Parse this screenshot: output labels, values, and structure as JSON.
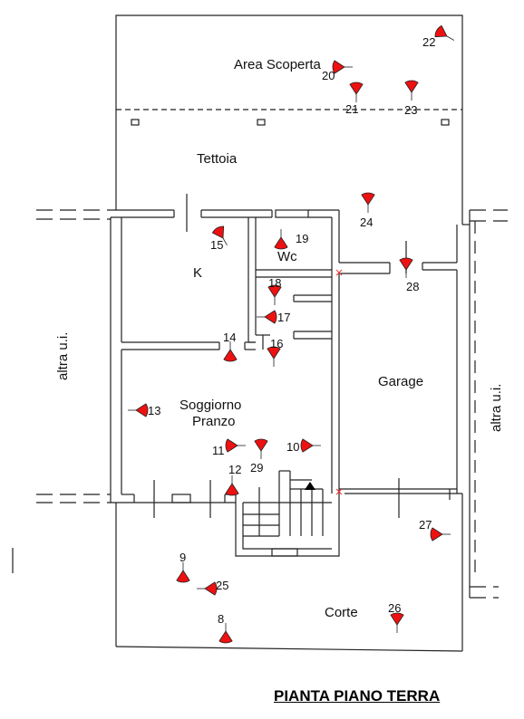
{
  "title": "PIANTA PIANO TERRA",
  "rooms": {
    "area_scoperta": "Area Scoperta",
    "tettoia": "Tettoia",
    "k": "K",
    "wc": "Wc",
    "soggiorno": "Soggiorno",
    "pranzo": "Pranzo",
    "garage": "Garage",
    "corte": "Corte",
    "altra_left": "altra u.i.",
    "altra_right": "altra u.i."
  },
  "markers": [
    "8",
    "9",
    "10",
    "11",
    "12",
    "13",
    "14",
    "15",
    "16",
    "17",
    "18",
    "19",
    "20",
    "21",
    "22",
    "23",
    "24",
    "25",
    "26",
    "27",
    "28",
    "29"
  ],
  "colors": {
    "marker": "#ee1111",
    "line": "#222222"
  }
}
